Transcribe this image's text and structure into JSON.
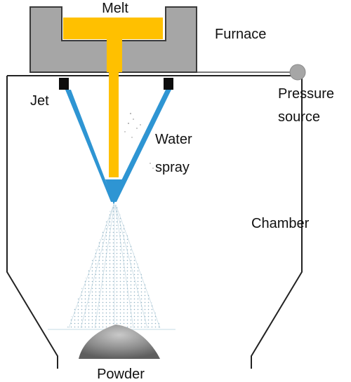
{
  "labels": {
    "melt": "Melt",
    "furnace": "Furnace",
    "jet": "Jet",
    "pressure_line1": "Pressure",
    "pressure_line2": "source",
    "water_line1": "Water",
    "water_line2": "spray",
    "chamber": "Chamber",
    "powder": "Powder"
  },
  "colors": {
    "furnace_fill": "#a6a6a6",
    "melt_fill": "#ffc000",
    "water_fill": "#2e95d3",
    "nozzle_fill": "#0d0d0d",
    "pressure_knob": "#a6a6a6",
    "outline": "#222222",
    "spray_dots": "#5b8fa8",
    "powder": "#8c8c8c"
  }
}
